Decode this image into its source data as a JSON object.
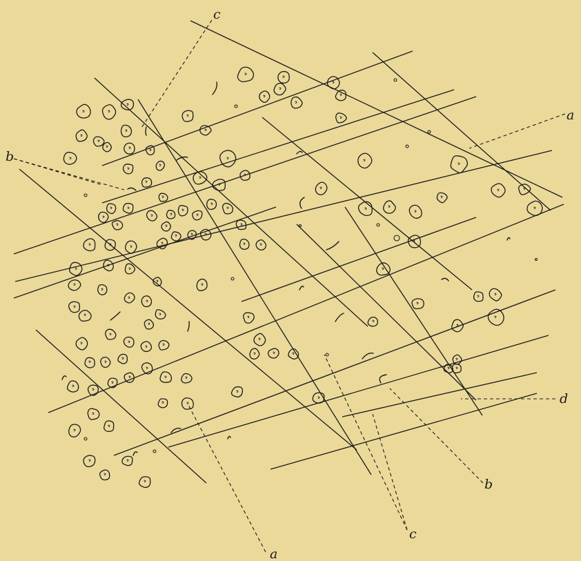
{
  "figure": {
    "background": "#ebd99a",
    "ink": "#1a1a1a",
    "labels": [
      {
        "id": "label-c-top",
        "text": "c"
      },
      {
        "id": "label-a-right",
        "text": "a"
      },
      {
        "id": "label-b-left",
        "text": "b"
      },
      {
        "id": "label-d-right",
        "text": "d"
      },
      {
        "id": "label-b-bottom",
        "text": "b"
      },
      {
        "id": "label-c-bottom",
        "text": "c"
      },
      {
        "id": "label-a-bottom",
        "text": "a"
      }
    ]
  }
}
